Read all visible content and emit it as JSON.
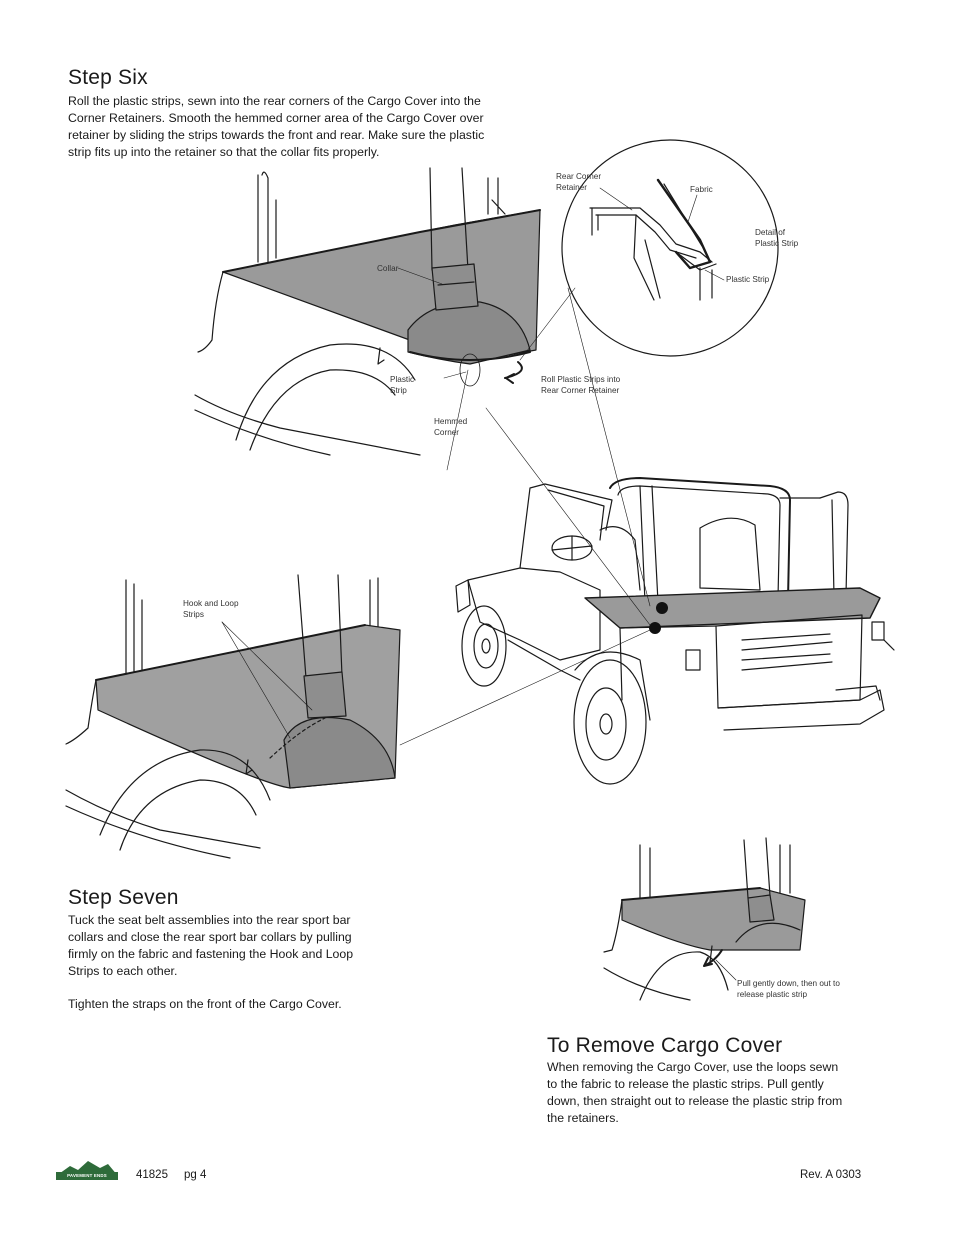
{
  "step_six": {
    "heading": "Step Six",
    "body": "Roll the plastic strips, sewn into the rear corners of the Cargo Cover into the Corner Retainers.  Smooth the hemmed corner area of the Cargo Cover over retainer by sliding the strips towards the front and rear.  Make sure the plastic strip fits up into the retainer so that the collar fits properly."
  },
  "figure1_labels": {
    "collar": "Collar",
    "plastic_strip_1": "Plastic",
    "plastic_strip_2": "Strip",
    "hemmed_1": "Hemmed",
    "hemmed_2": "Corner",
    "roll_1": "Roll Plastic Strips into",
    "roll_2": "Rear Corner Retainer"
  },
  "detail_labels": {
    "retainer_1": "Rear Corner",
    "retainer_2": "Retainer",
    "fabric": "Fabric",
    "detail_1": "Detail of",
    "detail_2": "Plastic Strip",
    "plastic_strip": "Plastic Strip"
  },
  "figure2_labels": {
    "hook_1": "Hook and Loop",
    "hook_2": "Strips"
  },
  "step_seven": {
    "heading": "Step Seven",
    "body1": "Tuck the seat belt assemblies into the rear sport bar collars and close the rear sport bar collars by pulling firmly on the fabric and fastening the Hook and Loop Strips to each other.",
    "body2": "Tighten the straps on the front of the Cargo Cover."
  },
  "figure3_labels": {
    "pull_1": "Pull gently down, then out to",
    "pull_2": "release plastic strip"
  },
  "remove": {
    "heading": "To Remove Cargo Cover",
    "body": "When removing the Cargo Cover, use the loops sewn to the fabric to release the plastic strips. Pull gently down, then straight out to release the plastic strip from the retainers."
  },
  "footer": {
    "logo_text": "PAVEMENT ENDS",
    "part_number": "41825",
    "page": "pg 4",
    "revision": "Rev. A  0303"
  },
  "colors": {
    "cover_gray": "#9a9a9a",
    "logo_green": "#2e6b3a"
  }
}
